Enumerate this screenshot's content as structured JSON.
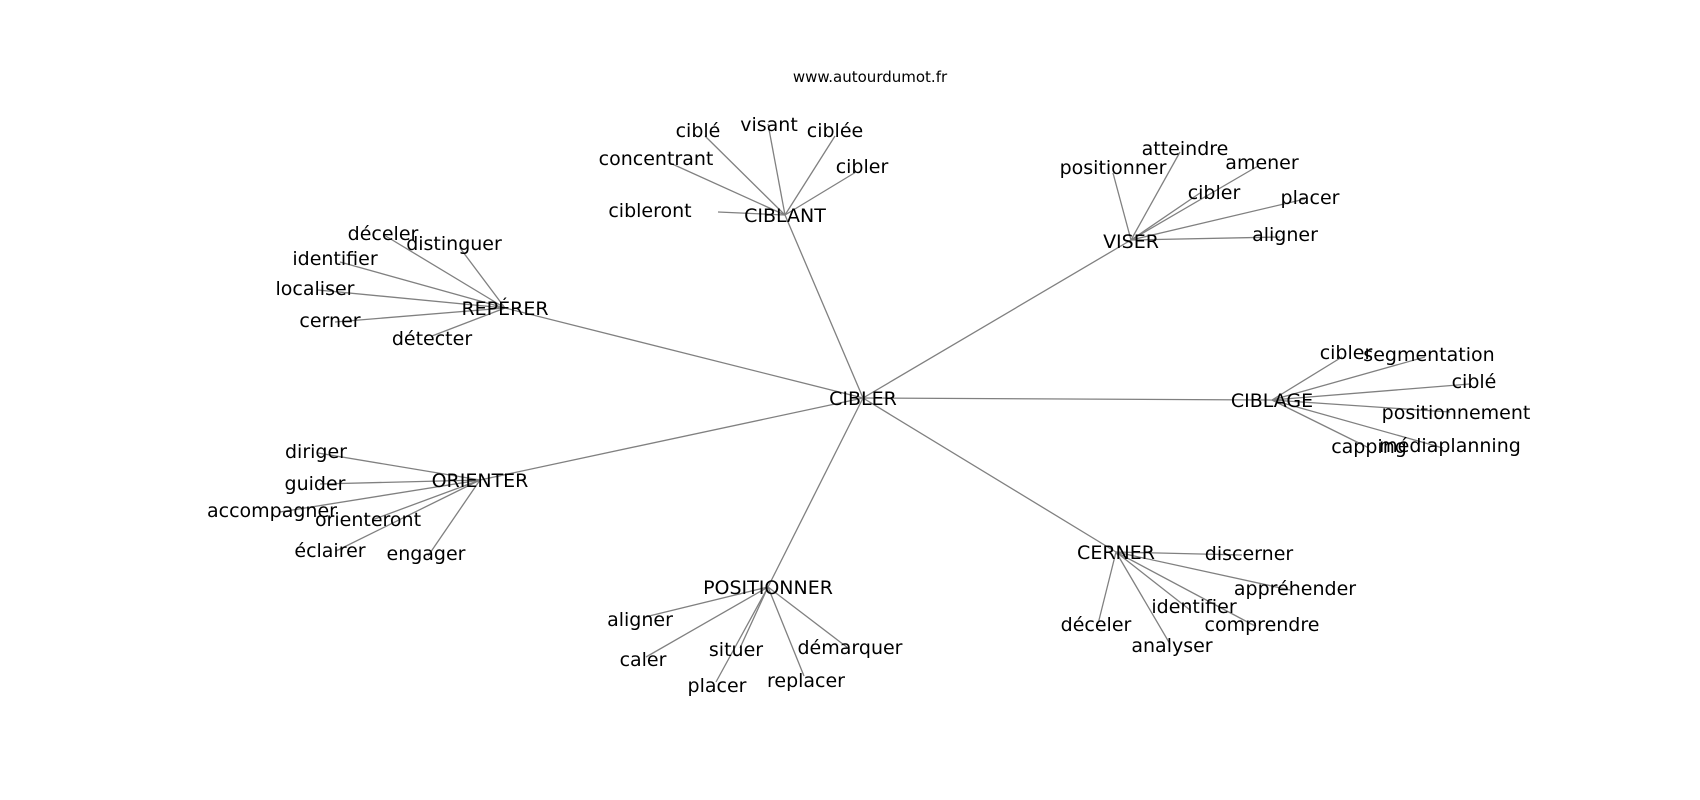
{
  "site": "www.autourdumot.fr",
  "root": "CIBLER",
  "groups": [
    {
      "label": "CIBLANT",
      "children": [
        "ciblé",
        "visant",
        "ciblée",
        "concentrant",
        "cibler",
        "cibleront"
      ]
    },
    {
      "label": "VISER",
      "children": [
        "atteindre",
        "positionner",
        "amener",
        "cibler",
        "placer",
        "aligner"
      ]
    },
    {
      "label": "REPÉRER",
      "children": [
        "déceler",
        "distinguer",
        "identifier",
        "localiser",
        "cerner",
        "détecter"
      ]
    },
    {
      "label": "CIBLAGE",
      "children": [
        "cibler",
        "segmentation",
        "ciblé",
        "positionnement",
        "capping",
        "médiaplanning"
      ]
    },
    {
      "label": "ORIENTER",
      "children": [
        "diriger",
        "guider",
        "accompagner",
        "orienteront",
        "éclairer",
        "engager"
      ]
    },
    {
      "label": "CERNER",
      "children": [
        "discerner",
        "appréhender",
        "identifier",
        "comprendre",
        "déceler",
        "analyser"
      ]
    },
    {
      "label": "POSITIONNER",
      "children": [
        "aligner",
        "caler",
        "situer",
        "démarquer",
        "replacer",
        "placer"
      ]
    }
  ]
}
